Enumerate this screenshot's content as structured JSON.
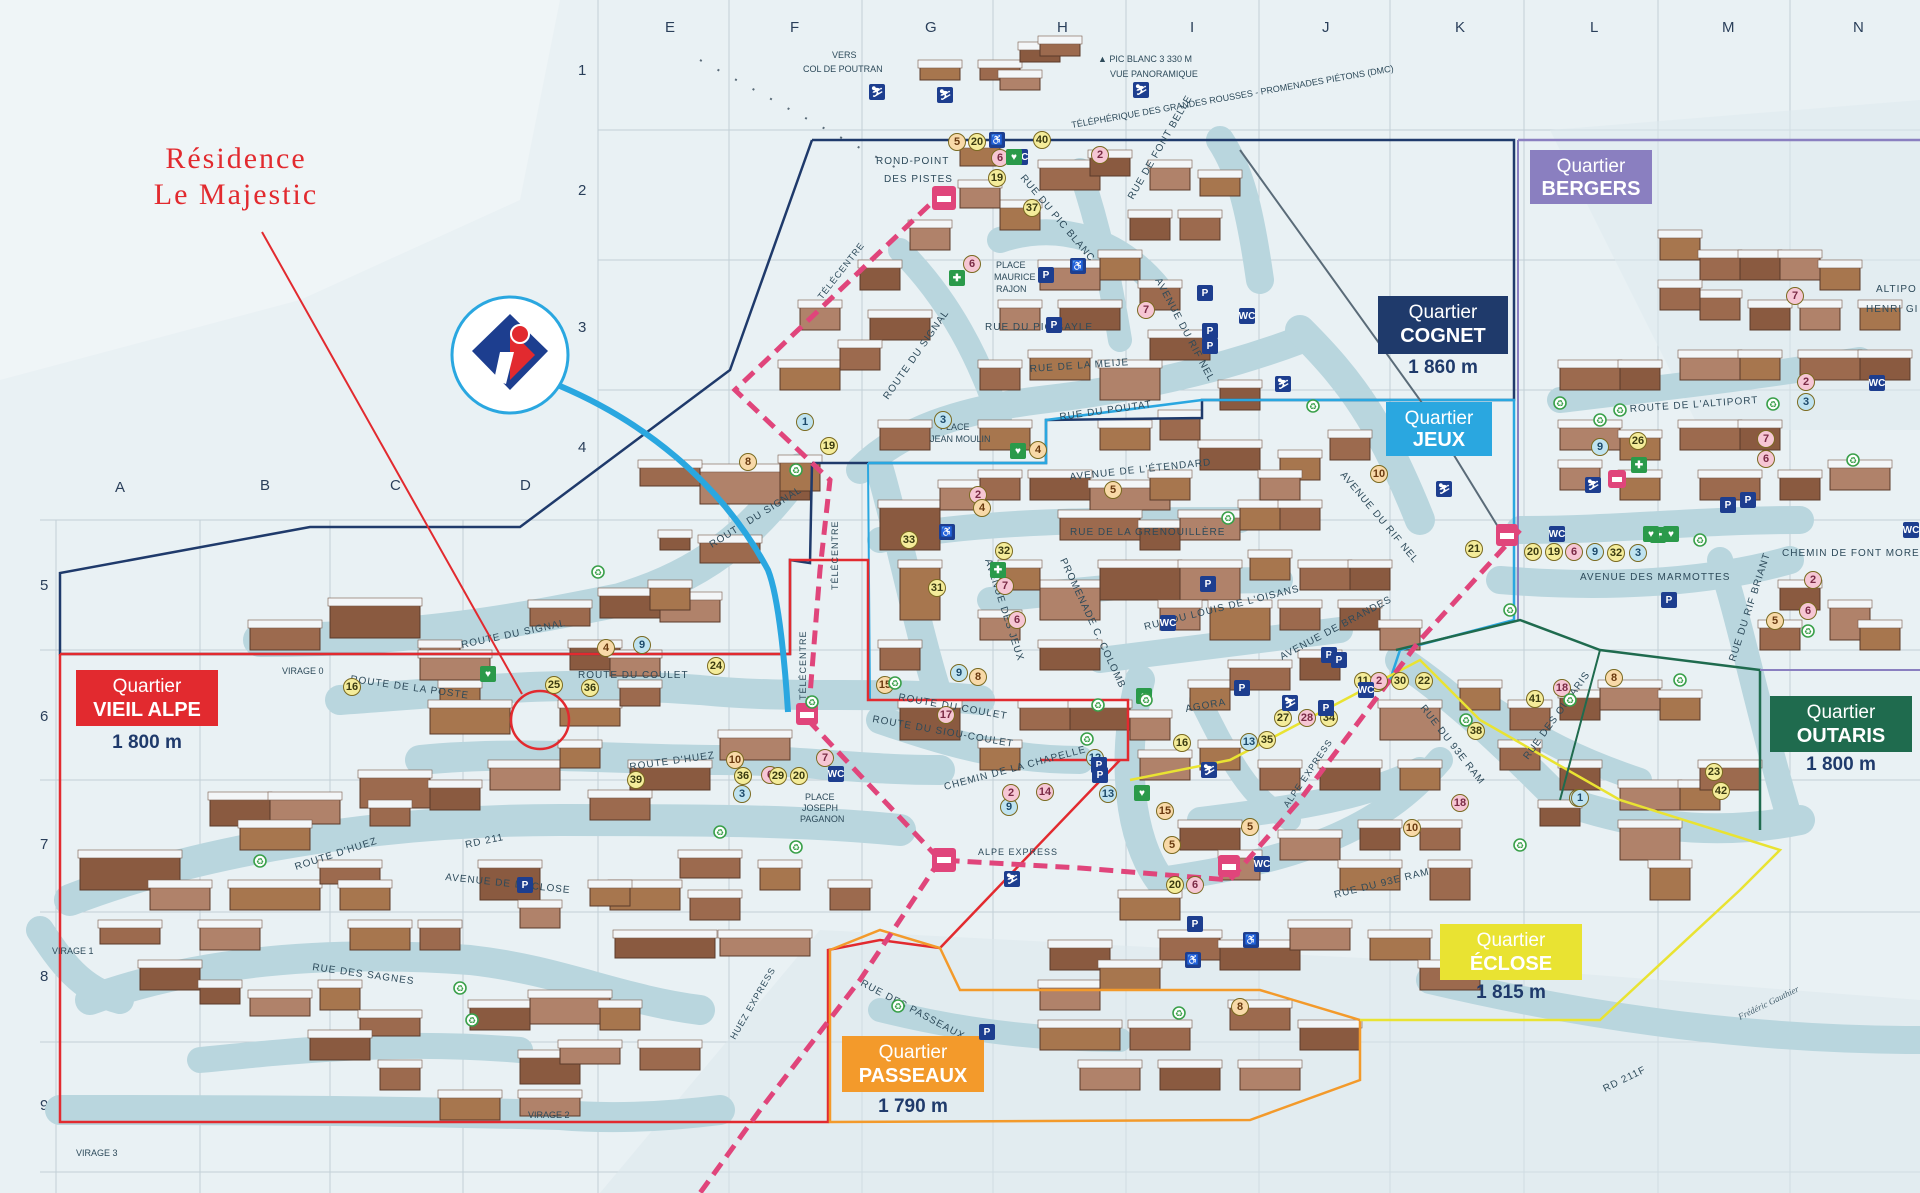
{
  "colors": {
    "background": "#e6eff3",
    "cognet": "#1f3a6b",
    "jeux": "#2aa7e0",
    "bergers": "#8a7fc0",
    "vieil_alpe": "#e22a2f",
    "passeaux": "#f39a2b",
    "eclose": "#e9e332",
    "outaris": "#1f6b4e",
    "lift": "#e0457b",
    "road": "#b9d6de",
    "building": "#9c6a4e"
  },
  "grid": {
    "columns_top": [
      "E",
      "F",
      "G",
      "H",
      "I",
      "J",
      "K",
      "L",
      "M",
      "N"
    ],
    "columns_mid": [
      "A",
      "B",
      "C",
      "D"
    ],
    "rows": [
      "1",
      "2",
      "3",
      "4",
      "5",
      "6",
      "7",
      "8",
      "9"
    ]
  },
  "residence": {
    "line1": "Résidence",
    "line2": "Le Majestic"
  },
  "info_logo": {
    "icon": "tourist-information-logo-icon"
  },
  "quartiers": {
    "cognet": {
      "label": "Quartier",
      "name": "COGNET",
      "altitude": "1 860 m"
    },
    "jeux": {
      "label": "Quartier",
      "name": "JEUX"
    },
    "bergers": {
      "label": "Quartier",
      "name": "BERGERS"
    },
    "vieil_alpe": {
      "label": "Quartier",
      "name": "VIEIL ALPE",
      "altitude": "1 800 m"
    },
    "passeaux": {
      "label": "Quartier",
      "name": "PASSEAUX",
      "altitude": "1 790 m"
    },
    "eclose": {
      "label": "Quartier",
      "name": "ÉCLOSE",
      "altitude": "1 815 m"
    },
    "outaris": {
      "label": "Quartier",
      "name": "OUTARIS",
      "altitude": "1 800 m"
    }
  },
  "top_labels": {
    "vers_line1": "VERS",
    "vers_line2": "COL DE POUTRAN",
    "pic_blanc": "▲ PIC BLANC 3 330 M",
    "vue": "VUE PANORAMIQUE",
    "telepherique": "TÉLÉPHÉRIQUE DES GRANDES ROUSSES - PROMENADES PIÉTONS (DMC)",
    "rond_point1": "ROND-POINT",
    "rond_point2": "DES PISTES",
    "altipo1": "ALTIPO",
    "altipo2": "HENRI GI"
  },
  "roads": {
    "route_du_signal": "ROUTE DU SIGNAL",
    "route_du_signal_2": "ROUTE DU SIGNAL",
    "route_du_signal_3": "ROUTE DU SIGNAL",
    "route_de_la_poste": "ROUTE DE LA POSTE",
    "route_du_coulet": "ROUTE DU COULET",
    "route_du_coulet_2": "ROUTE DU COULET",
    "route_du_siou_coulet": "ROUTE DU SIOU-COULET",
    "route_d_huez": "ROUTE D'HUEZ",
    "route_d_huez_2": "ROUTE D'HUEZ",
    "rd_211": "RD 211",
    "avenue_eclose": "AVENUE DE L'ÉCLOSE",
    "rue_des_sagnes": "RUE DES SAGNES",
    "rue_des_passeaux": "RUE DES PASSEAUX",
    "chemin_chapelle": "CHEMIN DE LA CHAPELLE",
    "avenue_des_jeux": "AVENUE DES JEUX",
    "promenade": "PROMENADE C. COLOMB",
    "rue_grenouillere": "RUE DE LA GRENOUILLÈRE",
    "avenue_etendard": "AVENUE DE L'ÉTENDARD",
    "rue_du_poutat": "RUE DU POUTAT",
    "rue_de_la_meije": "RUE DE LA MEIJE",
    "rue_pic_bayle": "RUE DU PIC BAYLE",
    "rue_pic_blanc": "RUE DU PIC BLANC",
    "avenue_rif_nel": "AVENUE DU RIF NEL",
    "avenue_rif_nel_2": "AVENUE DU RIF NEL",
    "rue_louis_oisans": "RUE DU LOUIS DE L'OISANS",
    "avenue_brandes": "AVENUE DE BRANDES",
    "agora": "AGORA",
    "rue_93e_ram": "RUE DU 93E RAM",
    "rue_93e_ram_2": "RUE DU 93E RAM",
    "rue_des_outaris": "RUE DES OUTARIS",
    "avenue_marmottes": "AVENUE DES MARMOTTES",
    "route_altiport": "ROUTE DE L'ALTIPORT",
    "rue_rif_briant": "RUE DU RIF BRIANT",
    "chemin_fontmorel": "CHEMIN DE FONT MOREL",
    "rd_211f": "RD 211F",
    "place_maurice1": "PLACE",
    "place_maurice2": "MAURICE",
    "place_maurice3": "RAJON",
    "place_jean1": "PLACE",
    "place_jean2": "JEAN MOULIN",
    "place_joseph1": "PLACE",
    "place_joseph2": "JOSEPH",
    "place_joseph3": "PAGANON",
    "virage_0": "VIRAGE 0",
    "virage_1": "VIRAGE 1",
    "virage_2": "VIRAGE 2",
    "virage_3": "VIRAGE 3",
    "rue_fontbelle": "RUE DE FONT BELLE",
    "credit": "Frédéric Gauthier"
  },
  "lifts": {
    "telecentre_1": "TÉLÉCENTRE",
    "telecentre_2": "TÉLÉCENTRE",
    "telecentre_3": "TÉLÉCENTRE",
    "alpe_express_1": "ALPE EXPRESS",
    "alpe_express_2": "ALPE EXPRESS",
    "huez_express": "HUEZ EXPRESS"
  },
  "poi_numbers": [
    "5",
    "20",
    "40",
    "6",
    "2",
    "19",
    "37",
    "6",
    "7",
    "3",
    "1",
    "19",
    "8",
    "4",
    "2",
    "4",
    "5",
    "33",
    "32",
    "7",
    "31",
    "9",
    "8",
    "11",
    "6",
    "24",
    "25",
    "36",
    "4",
    "9",
    "16",
    "15",
    "17",
    "12",
    "14",
    "13",
    "9",
    "6",
    "10",
    "36",
    "3",
    "29",
    "20",
    "39",
    "7",
    "2",
    "11",
    "2",
    "30",
    "22",
    "27",
    "28",
    "34",
    "13",
    "35",
    "16",
    "15",
    "5",
    "5",
    "20",
    "6",
    "8",
    "10",
    "18",
    "1",
    "38",
    "41",
    "18",
    "8",
    "23",
    "42",
    "1",
    "2",
    "3",
    "6",
    "7",
    "9",
    "26",
    "10",
    "21",
    "20",
    "19",
    "6",
    "9",
    "32",
    "3",
    "7",
    "2",
    "6"
  ]
}
